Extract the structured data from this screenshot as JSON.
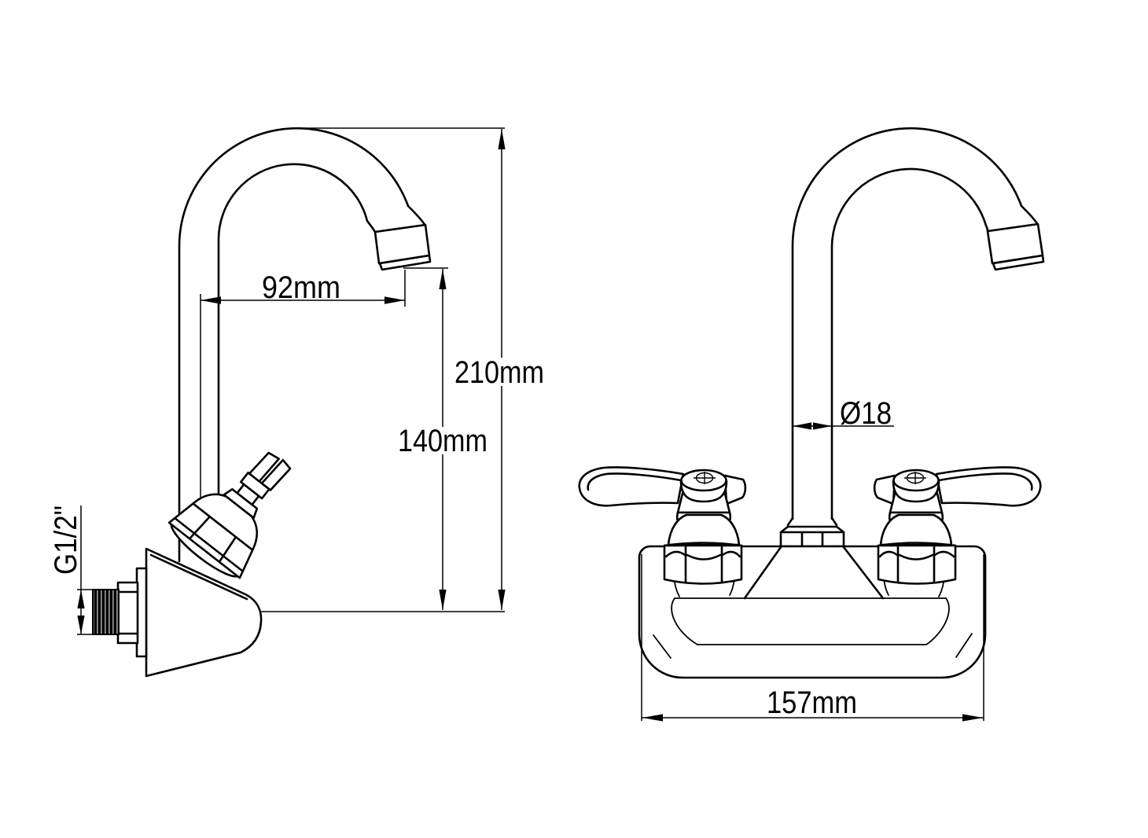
{
  "drawing": {
    "background_color": "#ffffff",
    "line_color": "#000000",
    "dimensions": {
      "spout_reach": "92mm",
      "overall_height": "210mm",
      "outlet_height": "140mm",
      "inlet_thread_size": "G1/2\"",
      "spout_tube_diameter": "Ø18",
      "body_width": "157mm"
    }
  }
}
